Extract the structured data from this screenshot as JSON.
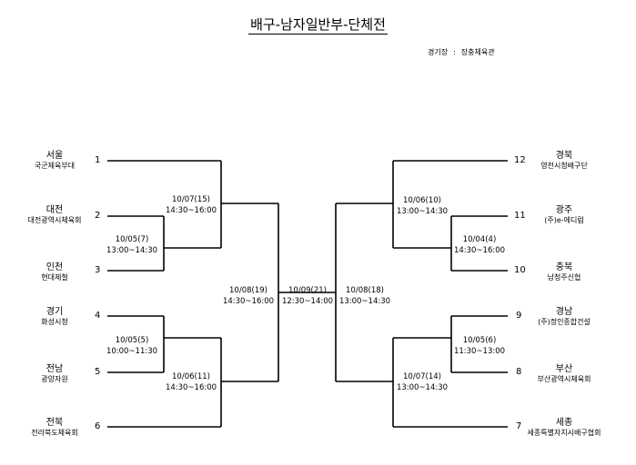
{
  "title": "배구-남자일반부-단체전",
  "venue": {
    "label": "경기장",
    "separator": ":",
    "name": "장충체육관"
  },
  "left_teams": [
    {
      "seed": "1",
      "region": "서울",
      "club": "국군체육부대"
    },
    {
      "seed": "2",
      "region": "대전",
      "club": "대전광역시체육회"
    },
    {
      "seed": "3",
      "region": "인천",
      "club": "현대제철"
    },
    {
      "seed": "4",
      "region": "경기",
      "club": "화성시청"
    },
    {
      "seed": "5",
      "region": "전남",
      "club": "광양자원"
    },
    {
      "seed": "6",
      "region": "전북",
      "club": "전라북도체육회"
    }
  ],
  "right_teams": [
    {
      "seed": "12",
      "region": "경북",
      "club": "영천시청배구단"
    },
    {
      "seed": "11",
      "region": "광주",
      "club": "(주)e-에디럼"
    },
    {
      "seed": "10",
      "region": "충북",
      "club": "남청주신협"
    },
    {
      "seed": "9",
      "region": "경남",
      "club": "(주)정인종합건설"
    },
    {
      "seed": "8",
      "region": "부산",
      "club": "부산광역시체육회"
    },
    {
      "seed": "7",
      "region": "세종",
      "club": "세종특별자치시배구협회"
    }
  ],
  "matches": {
    "m15": {
      "date": "10/07(15)",
      "time": "14:30~16:00"
    },
    "m7": {
      "date": "10/05(7)",
      "time": "13:00~14:30"
    },
    "m5": {
      "date": "10/05(5)",
      "time": "10:00~11:30"
    },
    "m11": {
      "date": "10/06(11)",
      "time": "14:30~16:00"
    },
    "m19": {
      "date": "10/08(19)",
      "time": "14:30~16:00"
    },
    "m21": {
      "date": "10/09(21)",
      "time": "12:30~14:00"
    },
    "m18": {
      "date": "10/08(18)",
      "time": "13:00~14:30"
    },
    "m10": {
      "date": "10/06(10)",
      "time": "13:00~14:30"
    },
    "m4": {
      "date": "10/04(4)",
      "time": "14:30~16:00"
    },
    "m6": {
      "date": "10/05(6)",
      "time": "11:30~13:00"
    },
    "m14": {
      "date": "10/07(14)",
      "time": "13:00~14:30"
    }
  }
}
